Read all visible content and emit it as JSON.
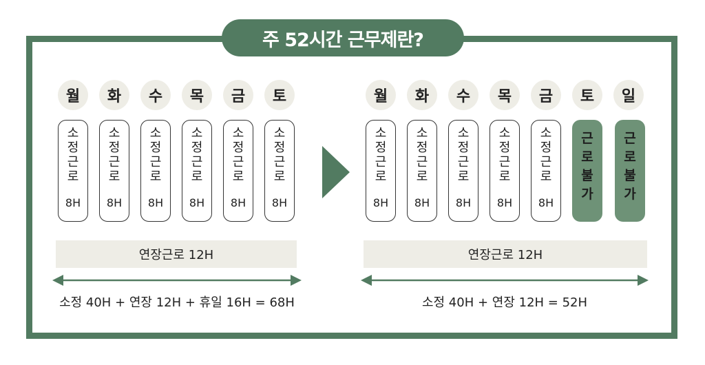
{
  "title": "주 52시간 근무제란?",
  "colors": {
    "green": "#527b61",
    "green_light": "#6e9277",
    "beige": "#eeede6"
  },
  "left": {
    "days": [
      "월",
      "화",
      "수",
      "목",
      "금",
      "토"
    ],
    "work_label_chars": [
      "소",
      "정",
      "근",
      "로"
    ],
    "hours": "8H",
    "overtime": "연장근로 12H",
    "formula": "소정 40H + 연장 12H + 휴일 16H = 68H"
  },
  "right": {
    "days": [
      "월",
      "화",
      "수",
      "목",
      "금",
      "토",
      "일"
    ],
    "work_label_chars": [
      "소",
      "정",
      "근",
      "로"
    ],
    "hours": "8H",
    "no_work_chars": [
      "근",
      "로",
      "불",
      "가"
    ],
    "overtime": "연장근로 12H",
    "formula": "소정 40H + 연장 12H = 52H"
  }
}
